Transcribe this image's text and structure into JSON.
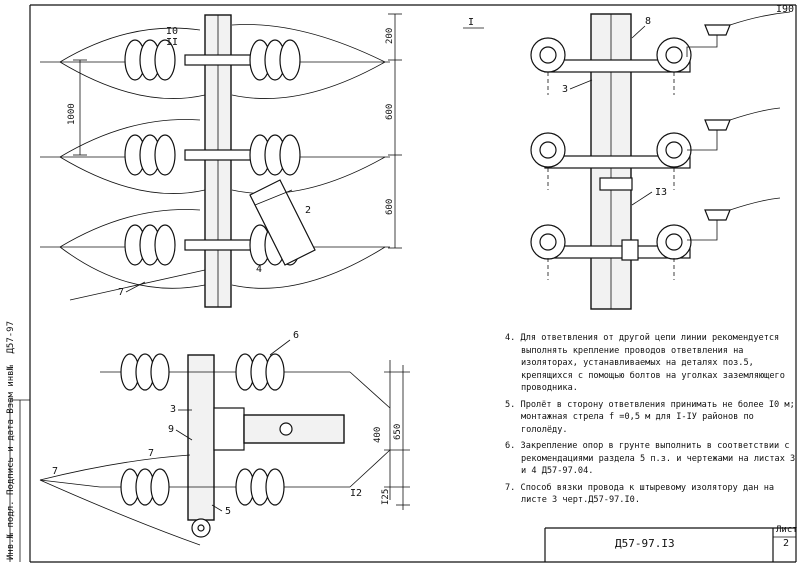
{
  "page_number": "I90",
  "view_label": "I",
  "markers": {
    "i0": "I0",
    "ii": "II",
    "p2": "2",
    "p3": "3",
    "p4": "4",
    "p5": "5",
    "p6": "6",
    "p7": "7",
    "p8": "8",
    "p9": "9",
    "p12": "I2",
    "p13": "I3"
  },
  "dimensions": {
    "d1000": "1000",
    "d200": "200",
    "d600a": "600",
    "d600b": "600",
    "d400": "400",
    "d650": "650",
    "d125": "I25"
  },
  "notes": [
    "4. Для ответвления от другой цепи линии рекомендуется выполнять крепление проводов ответвления на изоляторах, устанавливаемых на деталях поз.5, крепящихся с помощью болтов на уголках заземляющего проводника.",
    "5. Пролёт в сторону ответвления принимать не более I0 м; монтажная стрела f =0,5 м для I-IУ районов по гололёду.",
    "6. Закрепление опор в грунте выполнить в соответствии с рекомендациями раздела 5 п.з. и чертежами на листах 3 и 4 Д57-97.04.",
    "7. Способ вязки провода к штыревому изолятору дан на листе 3 черт.Д57-97.I0."
  ],
  "title_block": {
    "doc_code": "Д57-97.I3",
    "sheet_label": "Лист",
    "sheet_number": "2"
  },
  "side_stamp": "Инв.№ подл. Подпись и дата Взам инв№",
  "side_code": "Д57-97"
}
